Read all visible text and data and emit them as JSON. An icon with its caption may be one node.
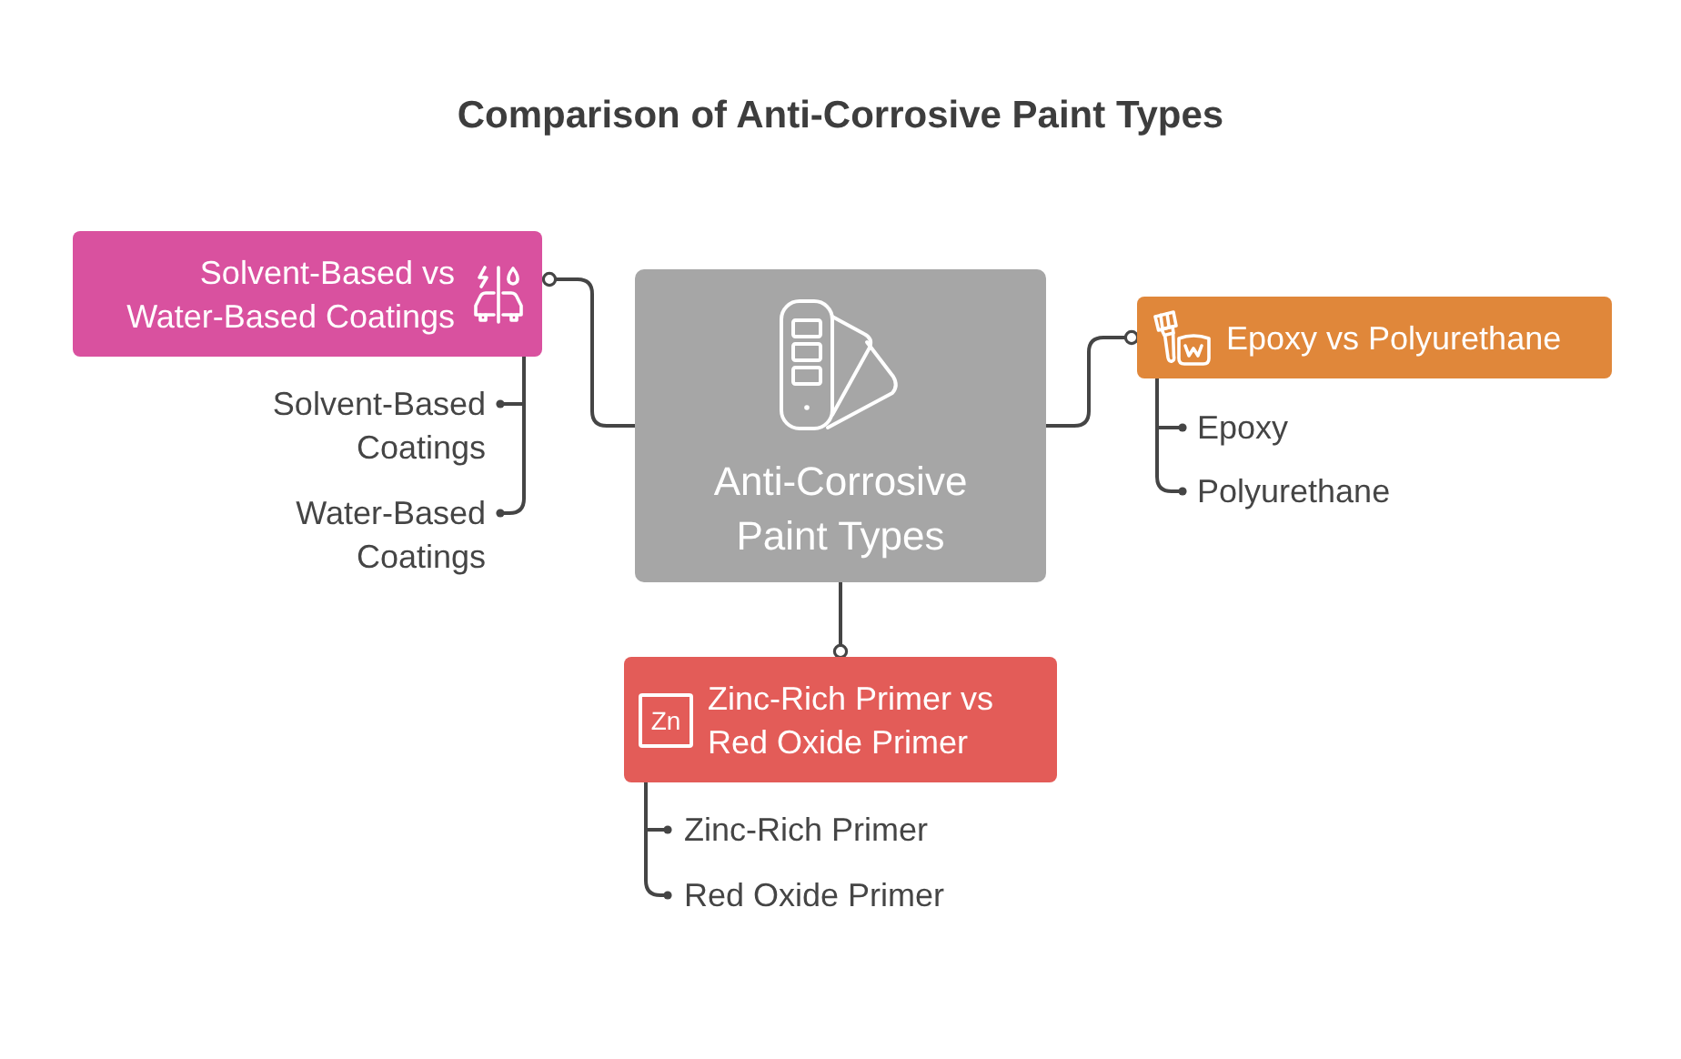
{
  "diagram": {
    "title": "Comparison of Anti-Corrosive Paint Types",
    "nodes": [
      {
        "text": [
          "Anti-Corrosive Paint Types"
        ]
      },
      {
        "text": [
          "Solvent-Based vs Water-Based Coatings"
        ]
      },
      {
        "text": [
          "Solvent-Based Coatings"
        ]
      },
      {
        "text": [
          "Water-Based Coatings"
        ]
      },
      {
        "text": [
          "Epoxy vs Polyurethane"
        ]
      },
      {
        "text": [
          "Epoxy"
        ]
      },
      {
        "text": [
          "Polyurethane"
        ]
      },
      {
        "text": [
          "Zn",
          "Zinc-Rich Primer vs Red Oxide Primer"
        ]
      },
      {
        "text": [
          "Zinc-Rich Primer"
        ]
      },
      {
        "text": [
          "Red Oxide Primer"
        ]
      }
    ],
    "edges": [
      {
        "from": 0,
        "to": 1,
        "arrow": "other"
      },
      {
        "from": 0,
        "to": 4,
        "arrow": "other"
      },
      {
        "from": 0,
        "to": 7,
        "arrow": "other"
      },
      {
        "from": 1,
        "to": 2,
        "arrow": "other"
      },
      {
        "from": 1,
        "to": 3,
        "arrow": "other"
      },
      {
        "from": 4,
        "to": 5,
        "arrow": "other"
      },
      {
        "from": 4,
        "to": 6,
        "arrow": "other"
      },
      {
        "from": 7,
        "to": 8,
        "arrow": "other"
      },
      {
        "from": 7,
        "to": 9,
        "arrow": "other"
      }
    ]
  }
}
